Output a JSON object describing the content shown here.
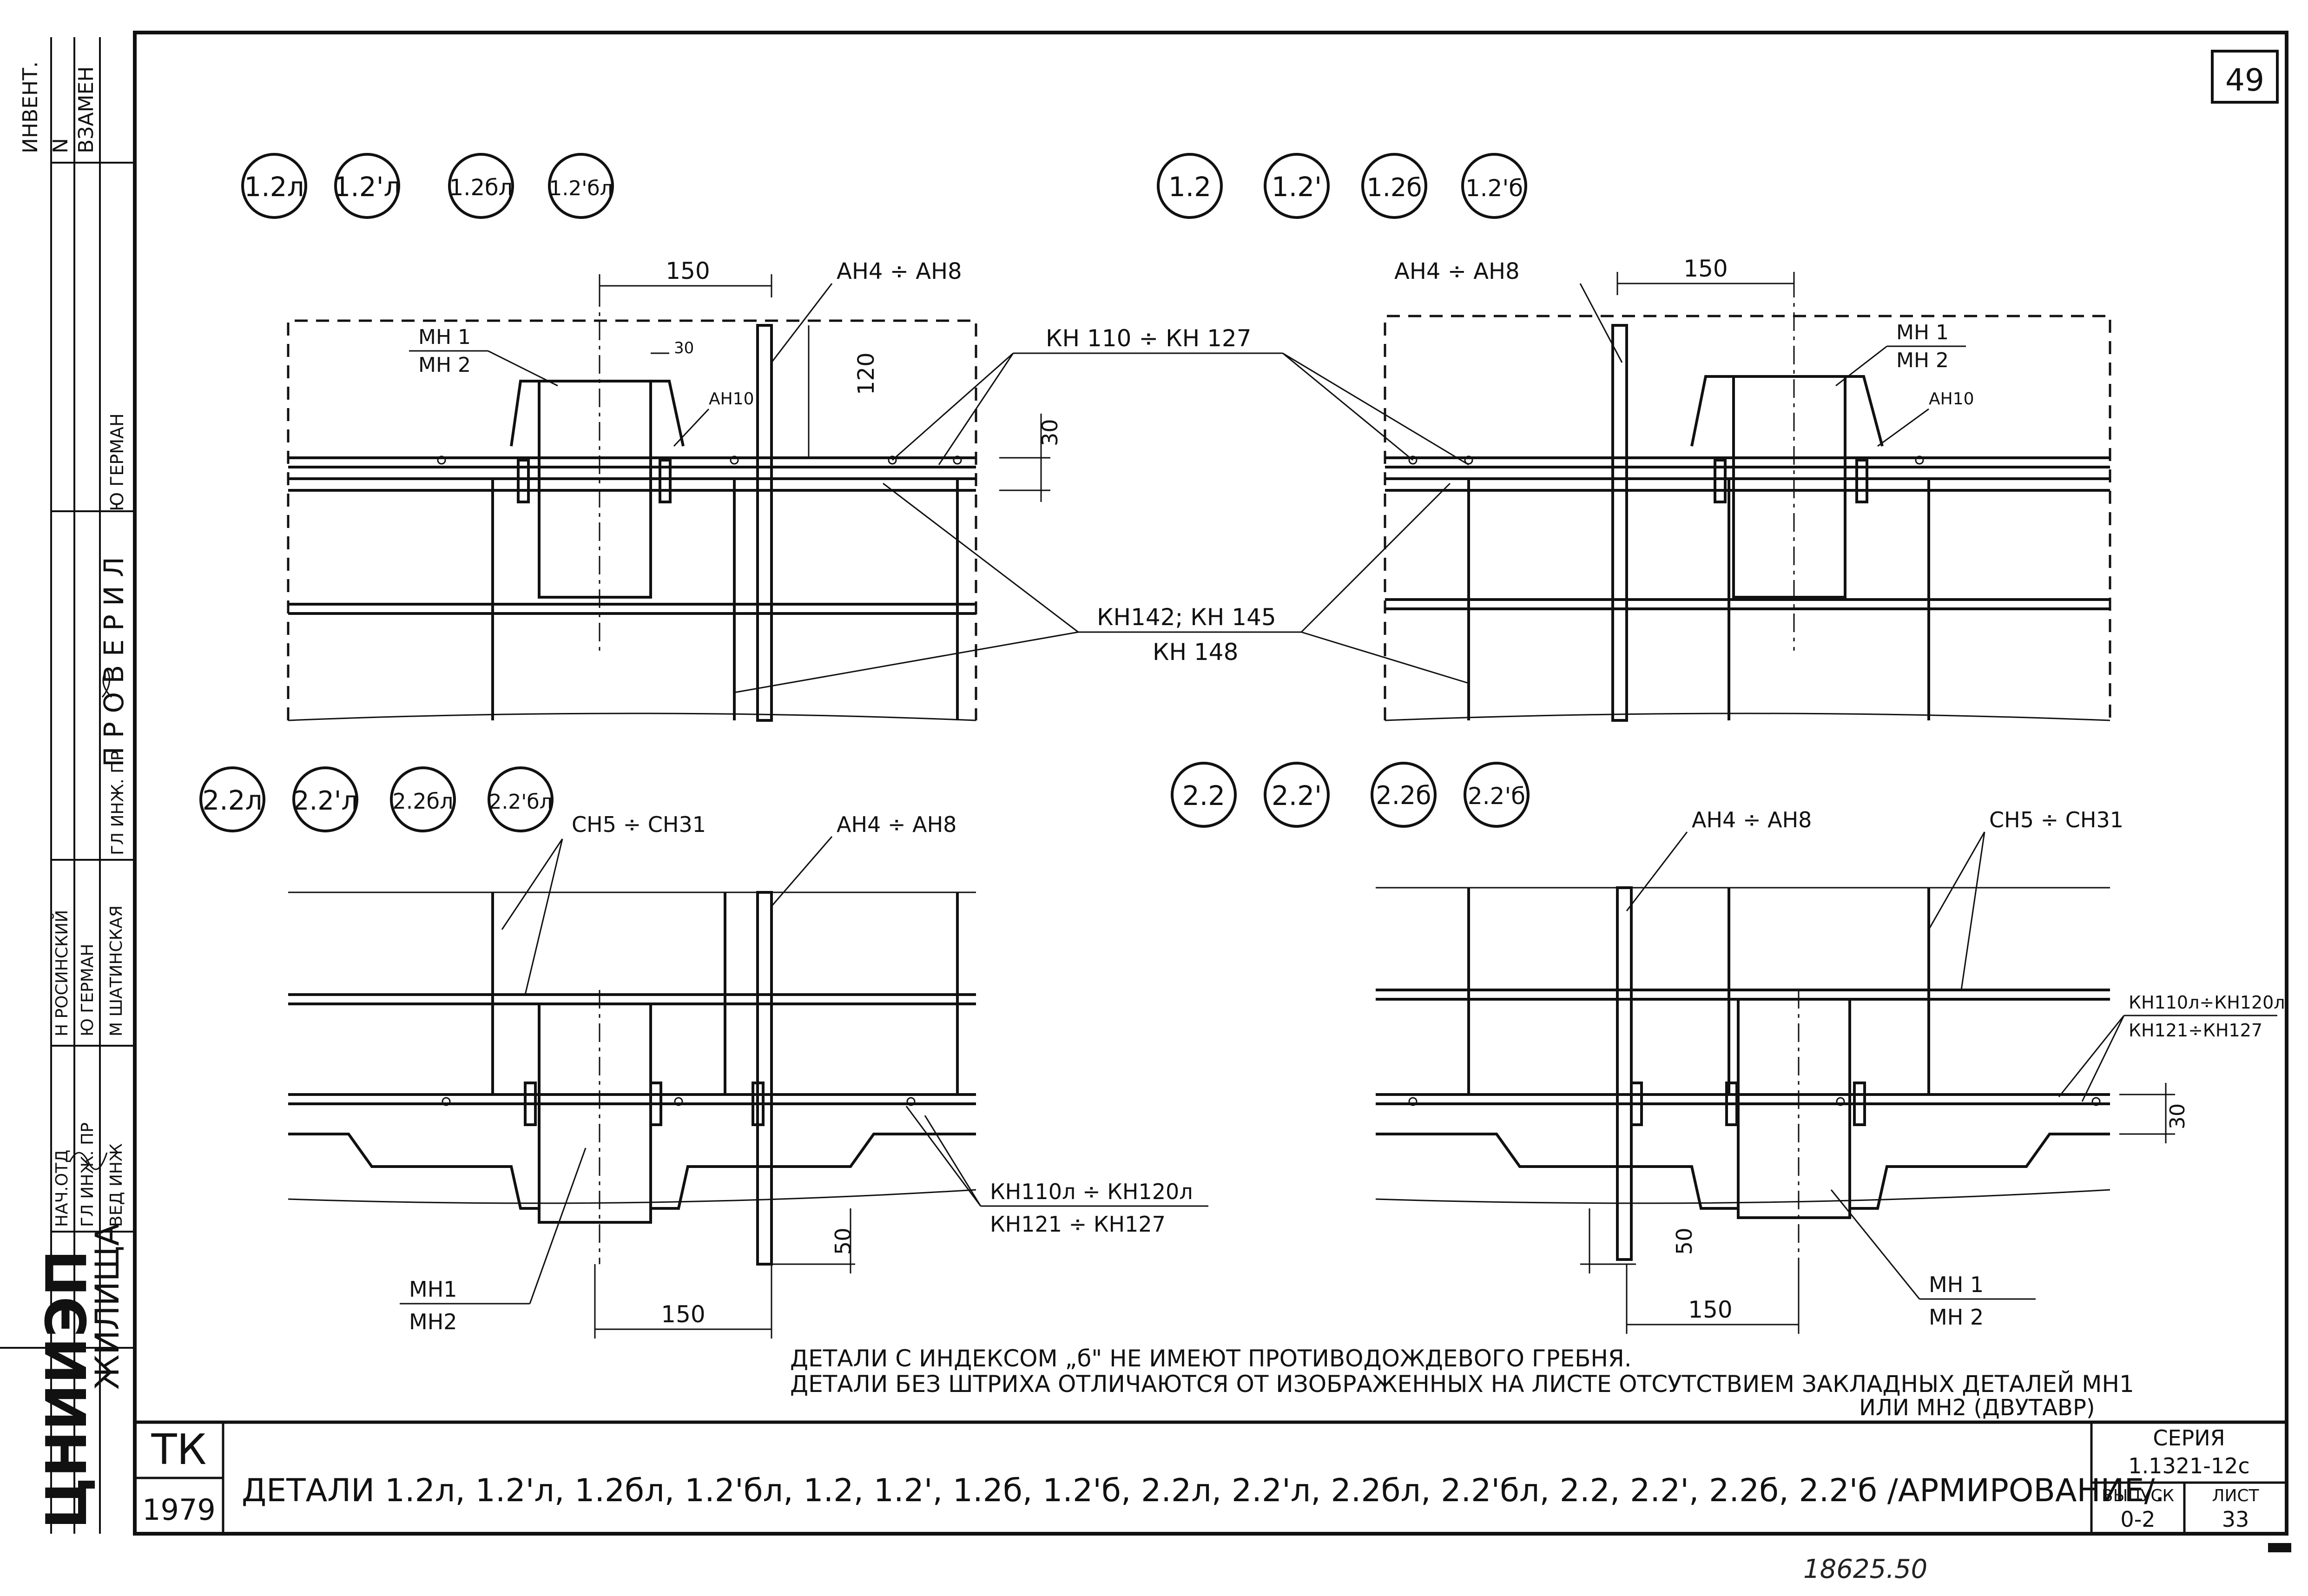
{
  "sheet_number": "49",
  "stamp_vertical": {
    "invent_label": "ИНВЕНТ.",
    "n_label": "N",
    "vzamen_label": "ВЗАМЕН",
    "proveril_label": "П Р О В Е Р И Л",
    "gl_inzh_pr_label": "ГЛ ИНЖ. ПР",
    "german_label": "Ю ГЕРМАН",
    "rosinskiy_label": "Н РОСИНСКИЙ",
    "german2_label": "Ю ГЕРМАН",
    "shatinskaya_label": "М ШАТИНСКАЯ",
    "nach_otd_label": "НАЧ.ОТД",
    "gl_inzh_label": "ГЛ ИНЖ. ПР",
    "ved_inzh_label": "ВЕД ИНЖ",
    "org_label": "ЦНИИЭП",
    "org_sub_label": "ЖИЛИЩА"
  },
  "title_block": {
    "tk_label": "ТК",
    "year": "1979",
    "title": "ДЕТАЛИ 1.2л, 1.2'л, 1.2бл, 1.2'бл, 1.2, 1.2', 1.2б, 1.2'б, 2.2л, 2.2'л, 2.2бл, 2.2'бл, 2.2, 2.2', 2.2б, 2.2'б /АРМИРОВАНИЕ/.",
    "seria_label": "СЕРИЯ",
    "seria_value": "1.1321-12с",
    "vypusk_label": "ВЫПУСК",
    "vypusk_value": "0-2",
    "list_label": "ЛИСТ",
    "list_value": "33"
  },
  "handwritten_number": "18625.50",
  "notes": {
    "line1": "ДЕТАЛИ С ИНДЕКСОМ „б\" НЕ ИМЕЮТ ПРОТИВОДОЖДЕВОГО ГРЕБНЯ.",
    "line2": "ДЕТАЛИ БЕЗ ШТРИХА  ОТЛИЧАЮТСЯ ОТ ИЗОБРАЖЕННЫХ НА ЛИСТЕ ОТСУТСТВИЕМ ЗАКЛАДНЫХ ДЕТАЛЕЙ МН1",
    "line3": "ИЛИ МН2 (ДВУТАВР)"
  },
  "top_left": {
    "tags": [
      "1.2л",
      "1.2'л",
      "1.2бл",
      "1.2'бл"
    ],
    "dim_150": "150",
    "dim_120": "120",
    "dim_30_small": "30",
    "mn1": "МН 1",
    "mn2": "МН 2",
    "ah10": "АН10",
    "ah_range": "АН4 ÷ АН8"
  },
  "top_right": {
    "tags": [
      "1.2",
      "1.2'",
      "1.2б",
      "1.2'б"
    ],
    "dim_150": "150",
    "mn1": "МН 1",
    "mn2": "МН 2",
    "ah10": "АН10",
    "ah_range": "АН4 ÷ АН8"
  },
  "center_labels": {
    "kn110": "КН 110 ÷ КН 127",
    "dim_30": "30",
    "kn142": "КН142; КН 145",
    "kn148": "КН 148"
  },
  "bottom_left": {
    "tags": [
      "2.2л",
      "2.2'л",
      "2.2бл",
      "2.2'бл"
    ],
    "ch_range": "СН5 ÷ СН31",
    "ah_range": "АН4 ÷ АН8",
    "kn110l": "КН110л ÷ КН120л",
    "kn121": "КН121 ÷ КН127",
    "dim_50": "50",
    "dim_150": "150",
    "mn1": "МН1",
    "mn2": "МН2"
  },
  "bottom_right": {
    "tags": [
      "2.2",
      "2.2'",
      "2.2б",
      "2.2'б"
    ],
    "ah_range": "АН4 ÷ АН8",
    "ch_range": "СН5 ÷ СН31",
    "kn110l": "КН110л÷КН120л",
    "kn121": "КН121÷КН127",
    "dim_30": "30",
    "dim_50": "50",
    "dim_150": "150",
    "mn1": "МН 1",
    "mn2": "МН 2"
  }
}
